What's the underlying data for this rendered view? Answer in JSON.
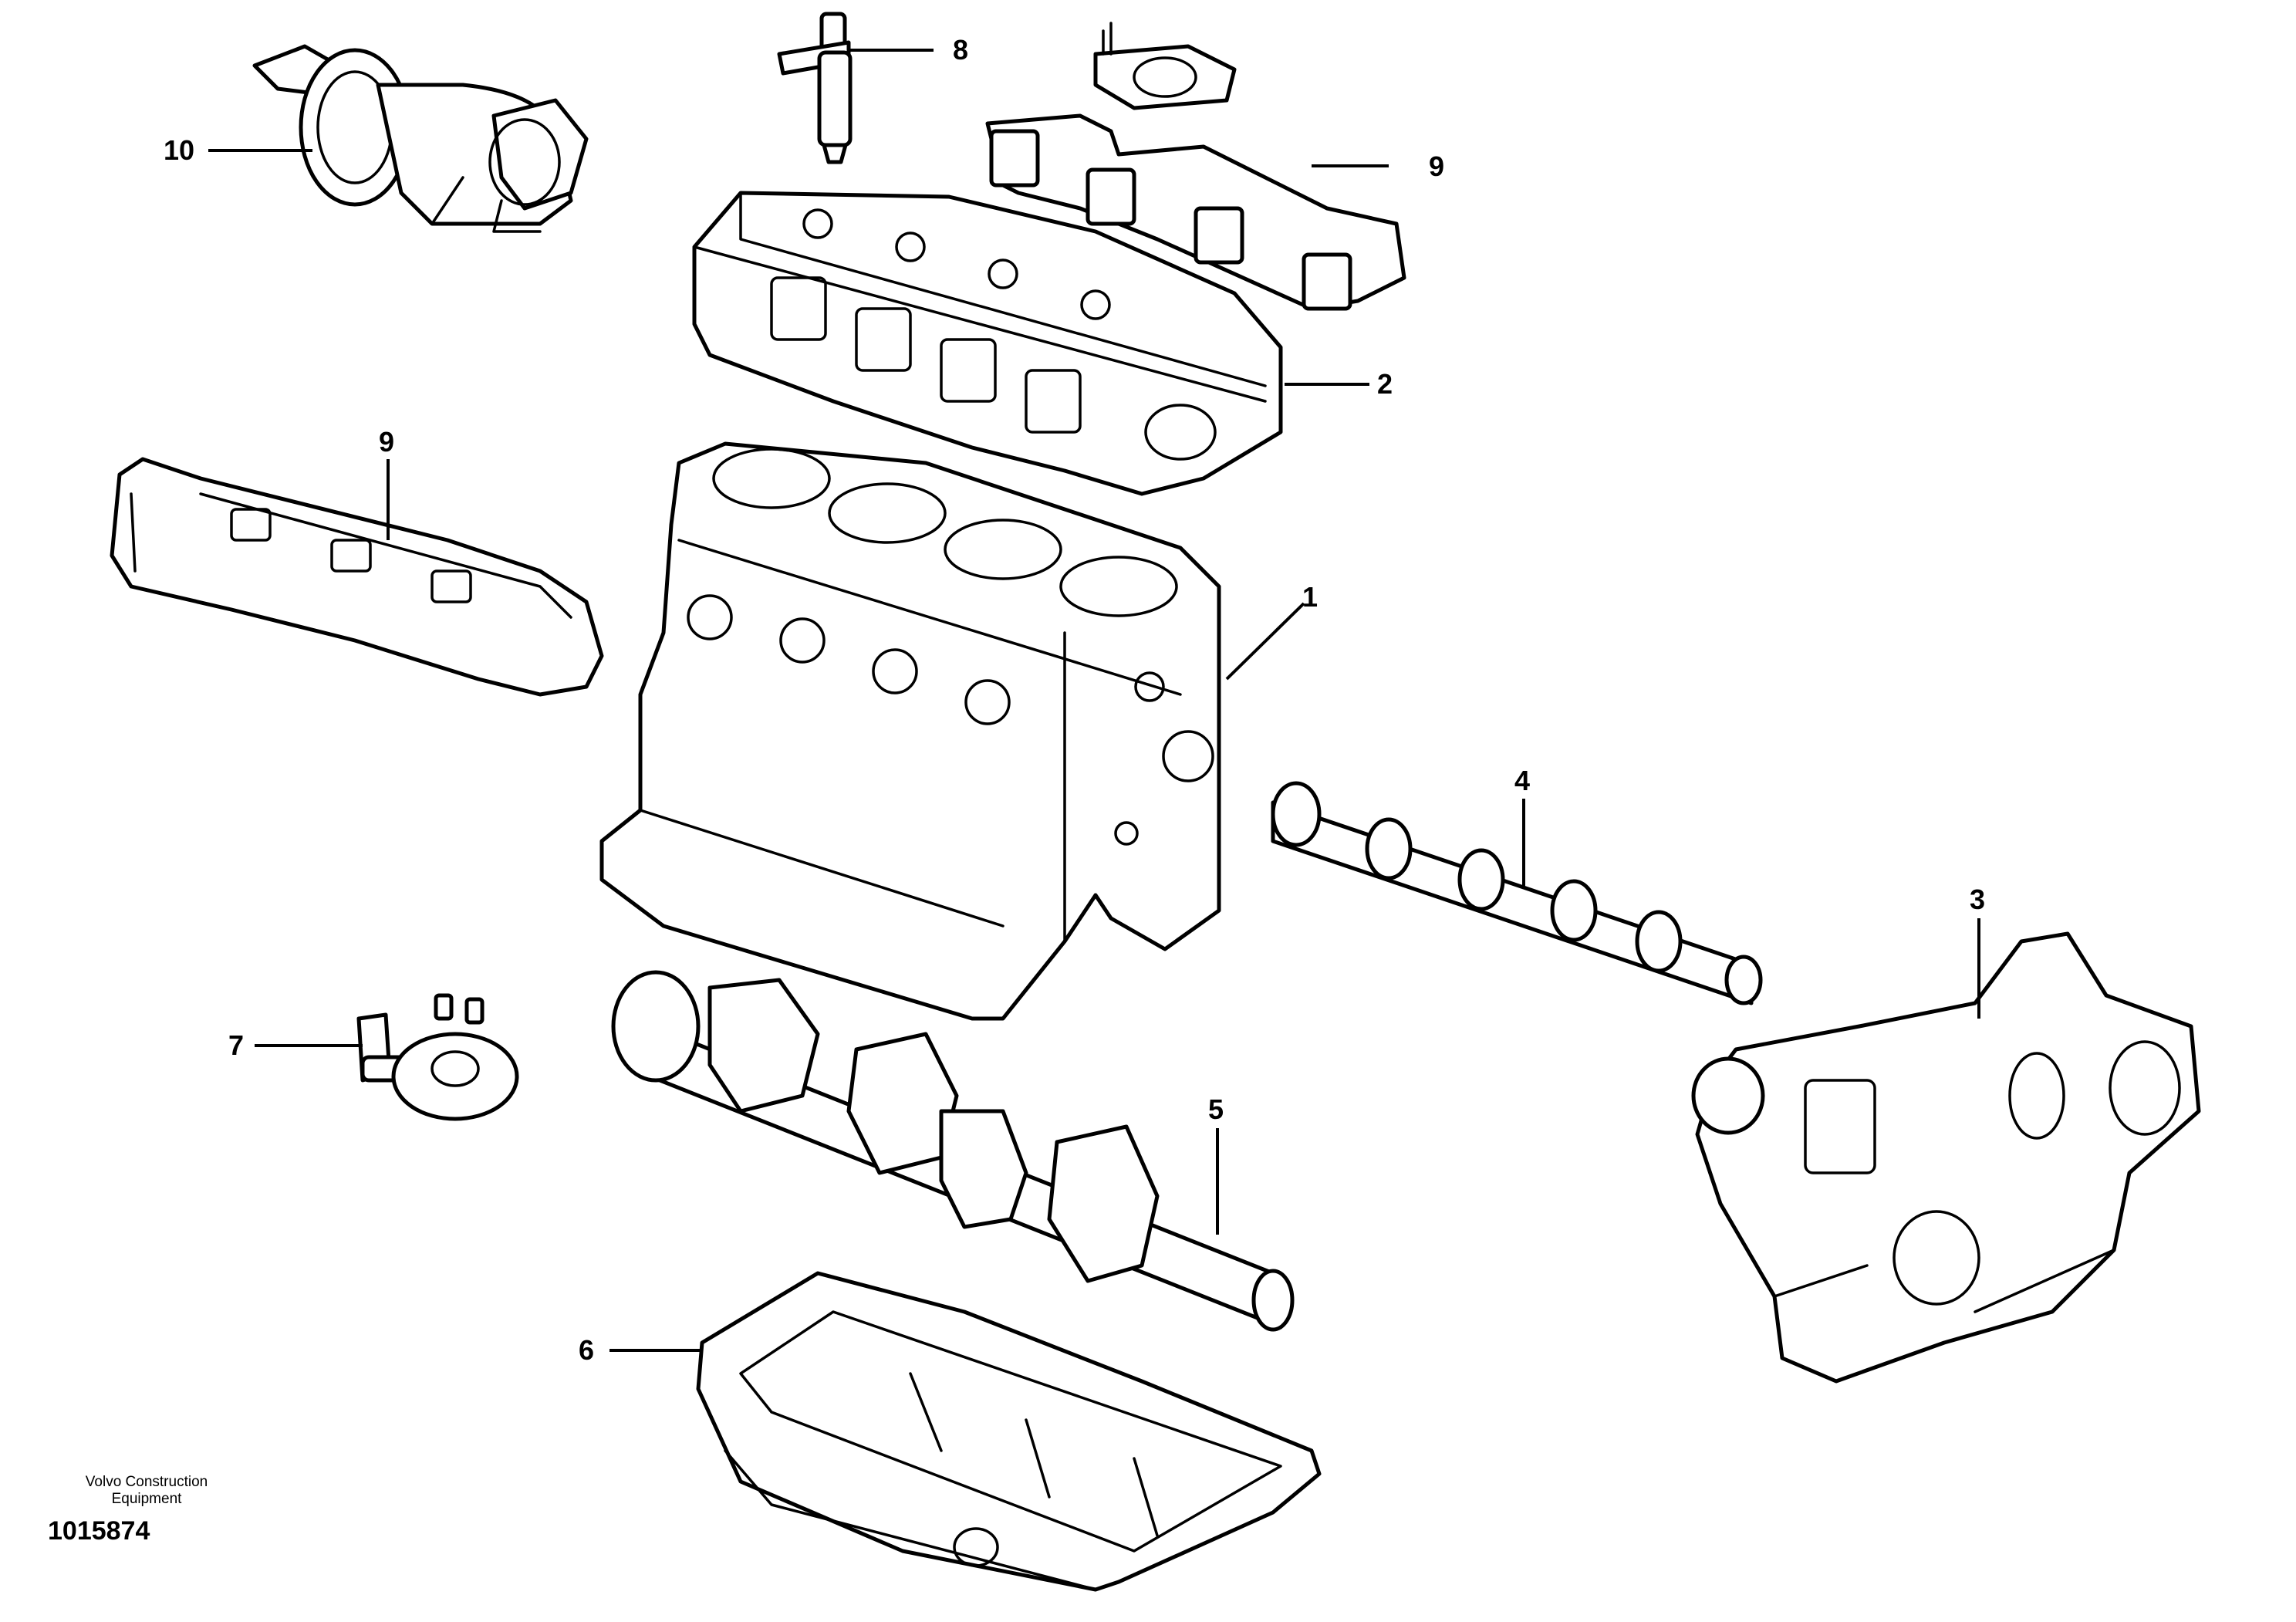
{
  "callouts": [
    {
      "id": "1",
      "label": "1"
    },
    {
      "id": "2",
      "label": "2"
    },
    {
      "id": "3",
      "label": "3"
    },
    {
      "id": "4",
      "label": "4"
    },
    {
      "id": "5",
      "label": "5"
    },
    {
      "id": "6",
      "label": "6"
    },
    {
      "id": "7",
      "label": "7"
    },
    {
      "id": "8",
      "label": "8"
    },
    {
      "id": "9a",
      "label": "9"
    },
    {
      "id": "9b",
      "label": "9"
    },
    {
      "id": "10",
      "label": "10"
    }
  ],
  "caption": {
    "line1": "Volvo Construction",
    "line2": "Equipment"
  },
  "figure_number": "1015874",
  "colors": {
    "line": "#000000",
    "background": "#ffffff"
  }
}
